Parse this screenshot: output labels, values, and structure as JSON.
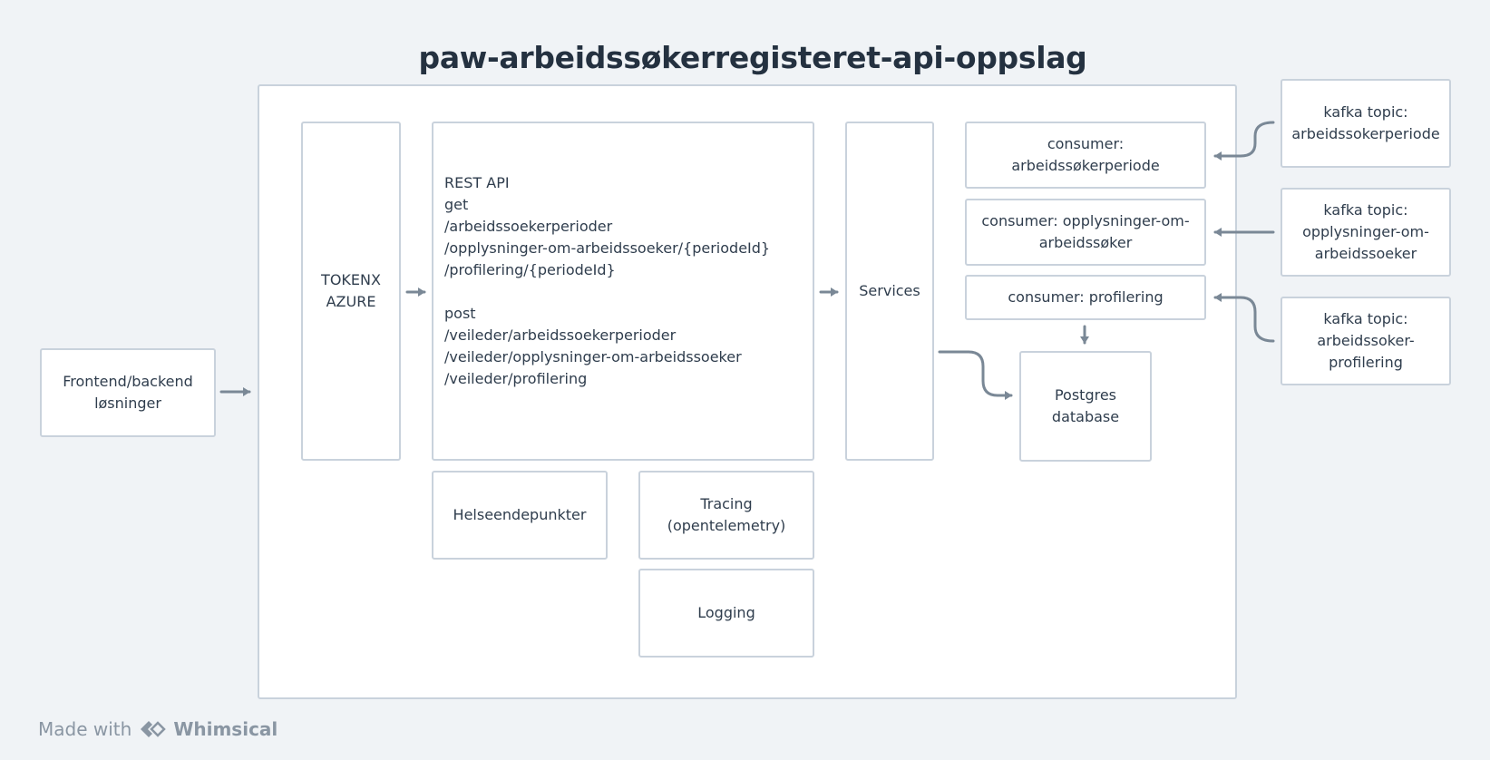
{
  "title": "paw-arbeidssøkerregisteret-api-oppslag",
  "nodes": {
    "frontend": "Frontend/backend\nløsninger",
    "auth": "TOKENX\nAZURE",
    "rest_api": {
      "lines": [
        "REST API",
        "get",
        "/arbeidssoekerperioder",
        "/opplysninger-om-arbeidssoeker/{periodeId}",
        "/profilering/{periodeId}",
        "",
        "post",
        "/veileder/arbeidssoekerperioder",
        "/veileder/opplysninger-om-arbeidssoeker",
        "/veileder/profilering"
      ]
    },
    "services": "Services",
    "consumer_periode": "consumer:\narbeidssøkerperiode",
    "consumer_opplysninger": "consumer: opplysninger-om-\narbeidssøker",
    "consumer_profilering": "consumer: profilering",
    "postgres": "Postgres\ndatabase",
    "health": "Helseendepunkter",
    "tracing": "Tracing\n(opentelemetry)",
    "logging": "Logging",
    "kafka_periode": "kafka topic:\narbeidssokerperiode",
    "kafka_opplysninger": "kafka topic:\nopplysninger-om-\narbeidssoeker",
    "kafka_profilering": "kafka topic:\narbeidssoker-\nprofilering"
  },
  "footer": {
    "made_with": "Made with",
    "brand": "Whimsical"
  },
  "colors": {
    "background": "#f0f3f6",
    "border": "#c9d2dc",
    "arrow": "#7a8896",
    "text": "#2f3d4d"
  }
}
